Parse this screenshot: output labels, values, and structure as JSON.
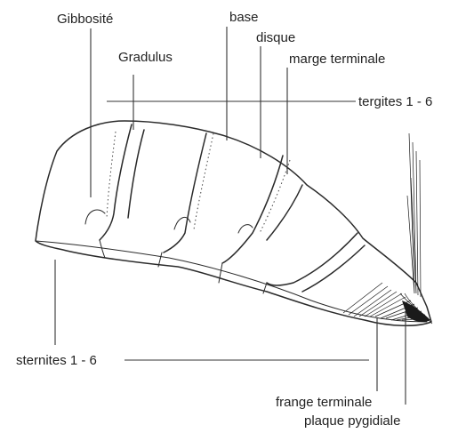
{
  "labels": {
    "gibbosite": "Gibbosité",
    "gradulus": "Gradulus",
    "base": "base",
    "disque": "disque",
    "marge_terminale": "marge terminale",
    "tergites": "tergites 1 - 6",
    "sternites": "sternites 1 - 6",
    "frange_terminale": "frange terminale",
    "plaque_pygidiale": "plaque pygidiale"
  }
}
